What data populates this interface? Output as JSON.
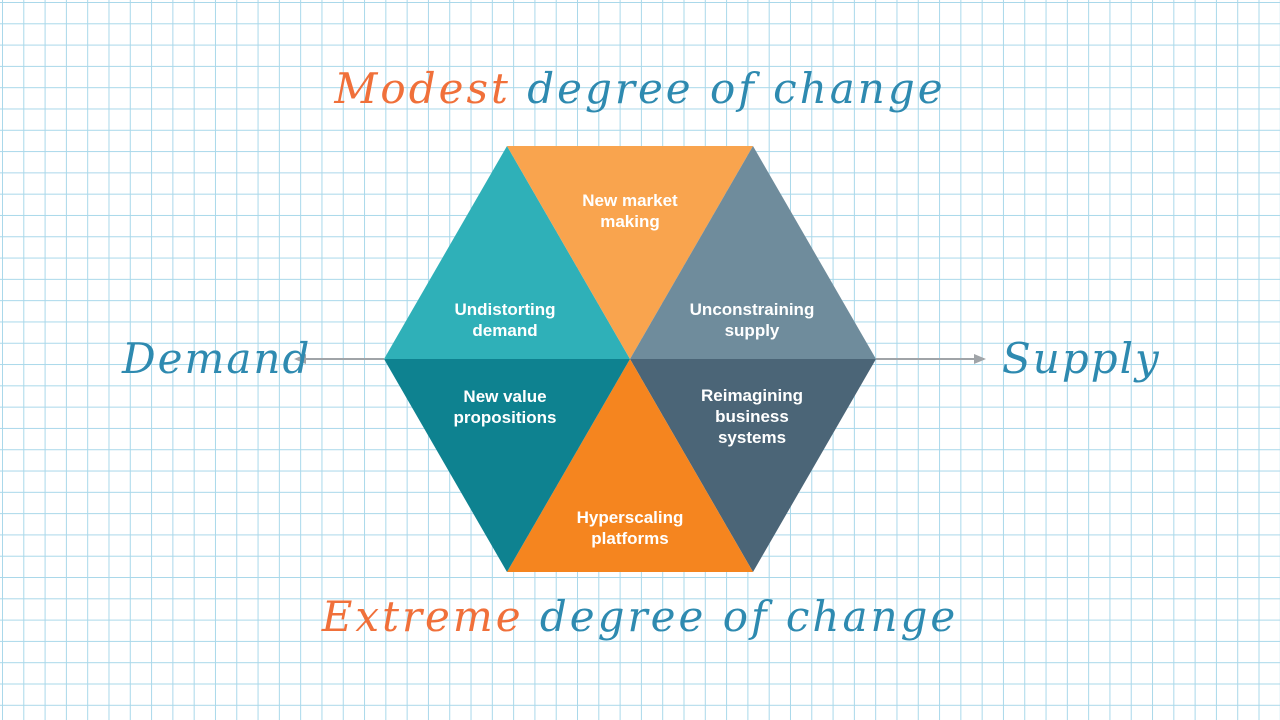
{
  "headings": {
    "top": {
      "accent": "Modest",
      "rest": "degree of change"
    },
    "bottom": {
      "accent": "Extreme",
      "rest": "degree of change"
    }
  },
  "axis": {
    "left": "Demand",
    "right": "Supply"
  },
  "colors": {
    "accent_text": "#f0703a",
    "handwriting_text": "#2e8ab0",
    "grid": "#a9d8ea",
    "arrow": "#a0a4a8",
    "segment_new_market_making": "#f9a44e",
    "segment_undistorting_demand": "#2fb0b8",
    "segment_unconstraining_supply": "#6f8c9c",
    "segment_new_value_propositions": "#0e8290",
    "segment_hyperscaling_platforms": "#f5851f",
    "segment_reimagining_business_systems": "#4b6577"
  },
  "segments": {
    "new_market_making": [
      "New market",
      "making"
    ],
    "undistorting_demand": [
      "Undistorting",
      "demand"
    ],
    "unconstraining_supply": [
      "Unconstraining",
      "supply"
    ],
    "new_value_propositions": [
      "New value",
      "propositions"
    ],
    "hyperscaling_platforms": [
      "Hyperscaling",
      "platforms"
    ],
    "reimagining_business_systems": [
      "Reimagining",
      "business",
      "systems"
    ]
  }
}
